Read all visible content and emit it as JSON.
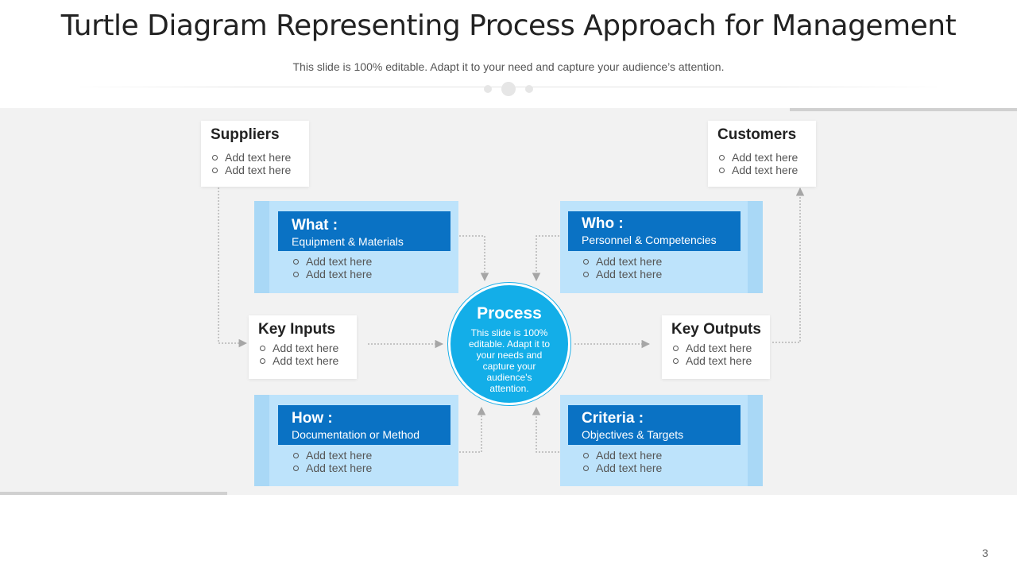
{
  "title": "Turtle Diagram Representing Process Approach for Management",
  "subtitle": "This slide is 100% editable. Adapt it to your need and capture your audience’s attention.",
  "suppliers": {
    "title": "Suppliers",
    "items": [
      "Add text here",
      "Add text here"
    ]
  },
  "customers": {
    "title": "Customers",
    "items": [
      "Add text here",
      "Add text here"
    ]
  },
  "key_inputs": {
    "title": "Key Inputs",
    "items": [
      "Add text here",
      "Add text here"
    ]
  },
  "key_outputs": {
    "title": "Key Outputs",
    "items": [
      "Add text here",
      "Add text here"
    ]
  },
  "what": {
    "heading": "What :",
    "subheading": "Equipment & Materials",
    "items": [
      "Add text here",
      "Add text here"
    ]
  },
  "who": {
    "heading": "Who :",
    "subheading": "Personnel & Competencies",
    "items": [
      "Add text here",
      "Add text here"
    ]
  },
  "how": {
    "heading": "How :",
    "subheading": "Documentation or Method",
    "items": [
      "Add text here",
      "Add text here"
    ]
  },
  "criteria": {
    "heading": "Criteria :",
    "subheading": "Objectives & Targets",
    "items": [
      "Add text here",
      "Add text here"
    ]
  },
  "process": {
    "title": "Process",
    "description": "This slide is 100% editable. Adapt it to your needs and capture your audience's attention."
  },
  "page_number": "3",
  "colors": {
    "heading_blue": "#0a72c4",
    "panel_blue": "#bde3fb",
    "process_blue": "#13aee8",
    "band_gray": "#f2f2f2"
  }
}
